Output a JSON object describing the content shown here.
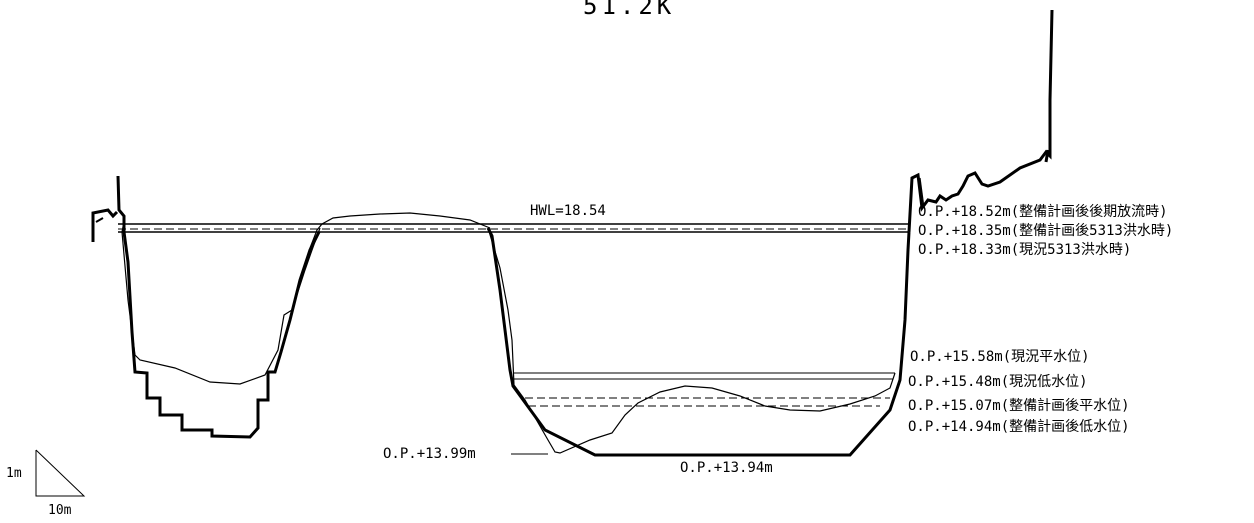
{
  "title": "51.2K",
  "hwl_label": "HWL=18.54",
  "water_levels": [
    {
      "key": "wl-1852",
      "label": "O.P.+18.52m(整備計画後後期放流時)",
      "style": "solid"
    },
    {
      "key": "wl-1835",
      "label": "O.P.+18.35m(整備計画後5313洪水時)",
      "style": "dashed"
    },
    {
      "key": "wl-1833",
      "label": "O.P.+18.33m(現況5313洪水時)",
      "style": "solid"
    },
    {
      "key": "wl-1558",
      "label": "O.P.+15.58m(現況平水位)",
      "style": "solid"
    },
    {
      "key": "wl-1548",
      "label": "O.P.+15.48m(現況低水位)",
      "style": "solid"
    },
    {
      "key": "wl-1507",
      "label": "O.P.+15.07m(整備計画後平水位)",
      "style": "dashed"
    },
    {
      "key": "wl-1494",
      "label": "O.P.+14.94m(整備計画後低水位)",
      "style": "dashed"
    }
  ],
  "riverbed_labels": {
    "current": "O.P.+13.99m",
    "planned": "O.P.+13.94m"
  },
  "scale": {
    "vertical": "1m",
    "horizontal": "10m"
  }
}
